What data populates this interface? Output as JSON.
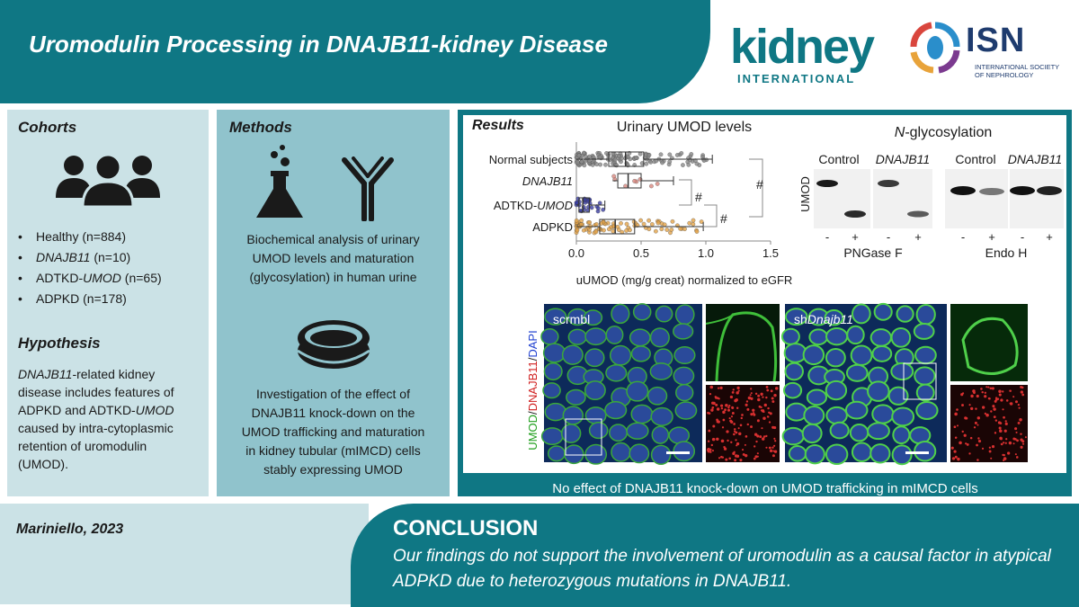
{
  "header": {
    "title": "Uromodulin Processing in DNAJB11-kidney Disease",
    "logo_kidney_word": "kidney",
    "logo_kidney_sub": "INTERNATIONAL",
    "logo_isn_word": "ISN",
    "logo_isn_sub_1": "INTERNATIONAL SOCIETY",
    "logo_isn_sub_2": "OF NEPHROLOGY"
  },
  "cohorts": {
    "heading": "Cohorts",
    "icon": "people-group-icon",
    "items": [
      {
        "prefix": "Healthy",
        "suffix": " (n=884)"
      },
      {
        "prefix": "DNAJB11",
        "suffix": " (n=10)"
      },
      {
        "prefix": "ADTKD-",
        "italic": "UMOD",
        "suffix": " (n=65)"
      },
      {
        "prefix": "ADPKD",
        "suffix": " (n=178)"
      }
    ]
  },
  "hypothesis": {
    "heading": "Hypothesis",
    "gene": "DNAJB11",
    "line1_rest": "-related kidney",
    "line2": "disease includes features of",
    "line3": "ADPKD and ADTKD-",
    "line3_italic": "UMOD",
    "line4": "caused by intra-cytoplasmic",
    "line5": "retention of uromodulin",
    "line6": "(UMOD)."
  },
  "methods": {
    "heading": "Methods",
    "icons": [
      "flask-icon",
      "antibody-icon",
      "petri-dish-icon"
    ],
    "text1": [
      "Biochemical analysis of urinary",
      "UMOD levels and maturation",
      "(glycosylation) in human urine"
    ],
    "text2": [
      "Investigation of the effect of",
      "DNAJB11 knock-down on the",
      "UMOD trafficking and maturation",
      "in kidney tubular (mIMCD) cells",
      "stably expressing UMOD"
    ]
  },
  "results": {
    "heading": "Results",
    "chart_title": "Urinary UMOD levels",
    "xlabel": "uUMOD (mg/g creat) normalized to eGFR",
    "sig_marks": [
      "#",
      "#",
      "#"
    ],
    "glyco_title_prefix": "N",
    "glyco_title_rest": "-glycosylation",
    "blot_ylabel": "UMOD",
    "blot_groups": [
      "Control",
      "DNAJB11",
      "Control",
      "DNAJB11"
    ],
    "blot_lane_marks": [
      "-",
      "+",
      "-",
      "+",
      "-",
      "+",
      "-",
      "+"
    ],
    "enzyme_labels": [
      "PNGase F",
      "Endo H"
    ],
    "micro_channel_labels": [
      "UMOD",
      "/",
      "DNAJB11",
      "/",
      "DAPI"
    ],
    "micro_labels": [
      "scrmbl",
      "sh",
      "Dnajb11"
    ],
    "caption": "No effect of DNAJB11 knock-down on UMOD trafficking in mIMCD cells"
  },
  "chart_data": {
    "type": "box",
    "title": "Urinary UMOD levels",
    "xlabel": "uUMOD (mg/g creat) normalized to eGFR",
    "categories": [
      "Normal subjects",
      "DNAJB11",
      "ADTKD-UMOD",
      "ADPKD"
    ],
    "xlim": [
      0,
      1.5
    ],
    "xticks": [
      0.0,
      0.5,
      1.0,
      1.5
    ],
    "series": [
      {
        "category": "Normal subjects",
        "whisker_low": 0.0,
        "q1": 0.25,
        "median": 0.38,
        "q3": 0.52,
        "whisker_high": 1.05,
        "color": "#8a8a8a"
      },
      {
        "category": "DNAJB11",
        "whisker_low": 0.28,
        "q1": 0.32,
        "median": 0.4,
        "q3": 0.5,
        "whisker_high": 0.75,
        "color": "#d98880"
      },
      {
        "category": "ADTKD-UMOD",
        "whisker_low": 0.0,
        "q1": 0.02,
        "median": 0.05,
        "q3": 0.1,
        "whisker_high": 0.22,
        "color": "#3b3fa0"
      },
      {
        "category": "ADPKD",
        "whisker_low": 0.0,
        "q1": 0.18,
        "median": 0.3,
        "q3": 0.45,
        "whisker_high": 0.98,
        "color": "#e3a44a"
      }
    ]
  },
  "colors": {
    "teal": "#0f7784",
    "light_teal": "#cbe2e6",
    "mid_teal": "#90c3cc",
    "navy": "#1e3b6e"
  },
  "conclusion": {
    "author": "Mariniello, 2023",
    "heading": "CONCLUSION",
    "text": "Our findings do not support the involvement of uromodulin as a causal factor in atypical ADPKD due to heterozygous mutations in DNAJB11."
  }
}
